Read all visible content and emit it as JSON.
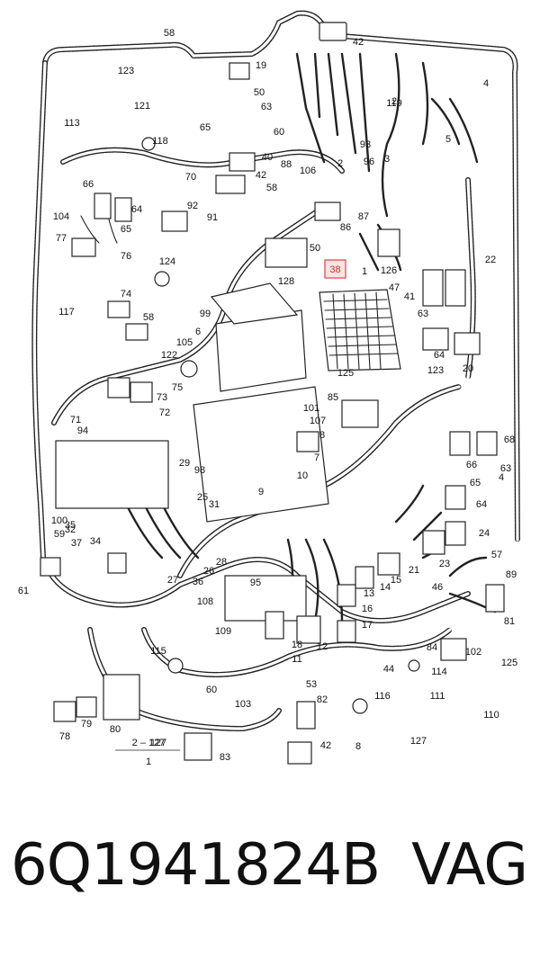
{
  "diagram": {
    "labels": [
      "58",
      "42",
      "123",
      "19",
      "50",
      "121",
      "63",
      "113",
      "65",
      "118",
      "60",
      "40",
      "70",
      "42",
      "58",
      "66",
      "64",
      "92",
      "91",
      "104",
      "65",
      "77",
      "76",
      "124",
      "128",
      "117",
      "74",
      "58",
      "99",
      "6",
      "105",
      "122",
      "75",
      "73",
      "72",
      "71",
      "94",
      "101",
      "107",
      "8",
      "29",
      "98",
      "7",
      "10",
      "9",
      "25",
      "35",
      "32",
      "34",
      "31",
      "100",
      "59",
      "37",
      "27",
      "36",
      "28",
      "26",
      "61",
      "95",
      "108",
      "109",
      "115",
      "60",
      "103",
      "80",
      "79",
      "78",
      "53",
      "82",
      "42",
      "83",
      "127",
      "1",
      "2",
      "93",
      "88",
      "106",
      "96",
      "87",
      "86",
      "3",
      "119",
      "4",
      "5",
      "50",
      "47",
      "41",
      "63",
      "64",
      "20",
      "22",
      "123",
      "125",
      "85",
      "68",
      "66",
      "63",
      "65",
      "64",
      "24",
      "23",
      "21",
      "15",
      "14",
      "13",
      "16",
      "17",
      "18",
      "11",
      "12",
      "57",
      "89",
      "46",
      "81",
      "84",
      "102",
      "44",
      "114",
      "125",
      "116",
      "111",
      "110",
      "127",
      "126",
      "2",
      "4",
      "8",
      "42"
    ],
    "highlight": "38",
    "range_label": "2 – 127"
  },
  "footer": {
    "part_number": "6Q1941824B",
    "brand": "VAG"
  }
}
